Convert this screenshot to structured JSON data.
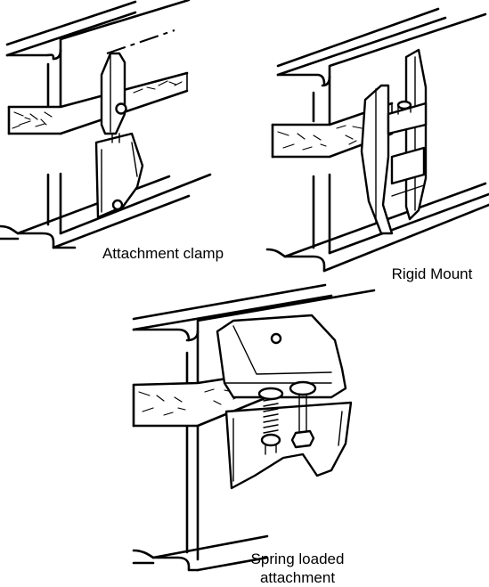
{
  "labels": {
    "attachment_clamp": "Attachment clamp",
    "rigid_mount": "Rigid Mount",
    "spring_loaded_line1": "Spring loaded",
    "spring_loaded_line2": "attachment"
  }
}
